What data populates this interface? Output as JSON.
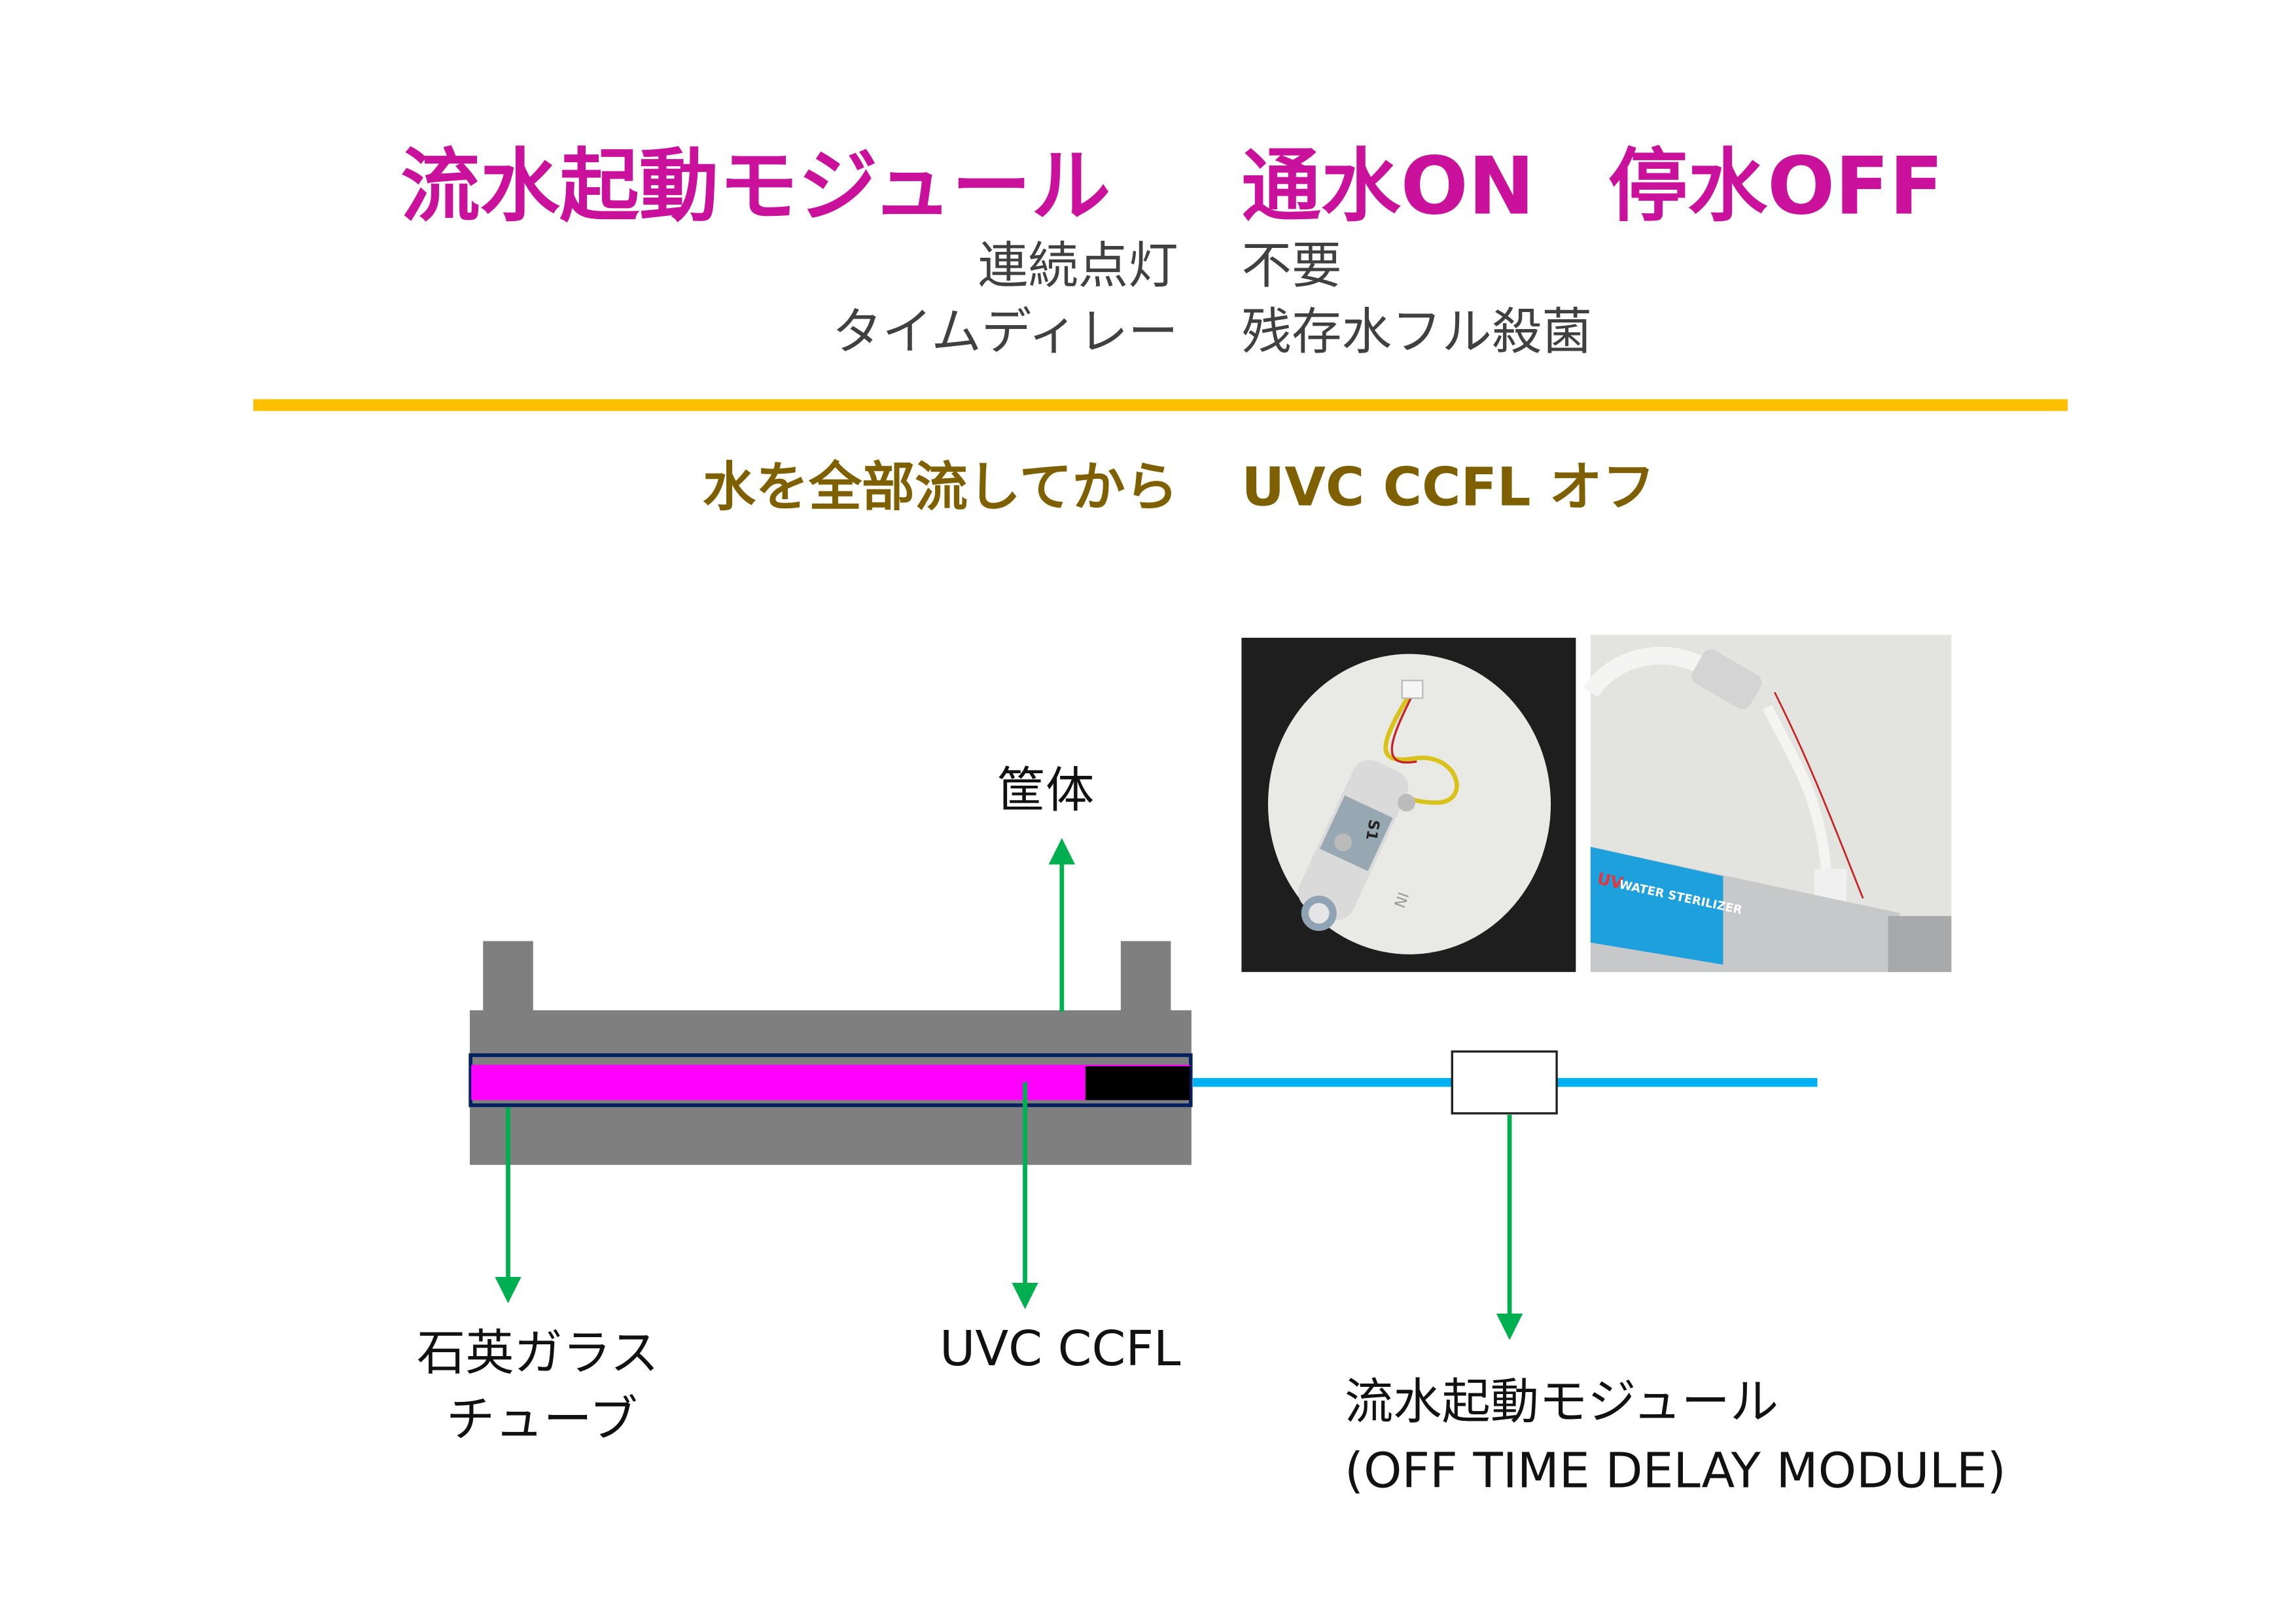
{
  "header": {
    "title_module": "流水起動モジュール",
    "title_on": "通水ON",
    "title_off": "停水OFF",
    "row1_label": "連続点灯",
    "row1_value": "不要",
    "row2_label": "タイムディレー",
    "row2_value": "残存水フル殺菌"
  },
  "subheading": {
    "left": "水を全部流してから",
    "right": "UVC CCFL オフ"
  },
  "photos": {
    "right_label_uv": "UV",
    "right_label_text": "WATER STERILIZER",
    "left_sensor_mark": "S1",
    "left_inlet_mark": "IN"
  },
  "diagram": {
    "housing_label": "筐体",
    "quartz_label_line1": "石英ガラス",
    "quartz_label_line2": "チューブ",
    "lamp_label": "UVC CCFL",
    "module_label_line1": "流水起動モジュール",
    "module_label_line2": "(OFF TIME DELAY MODULE)"
  },
  "colors": {
    "title": "#C9119C",
    "divider": "#FFC000",
    "olive": "#7F6000",
    "housing": "#7F7F7F",
    "lamp": "#FF00FF",
    "water_pipe": "#00B0F0",
    "arrows": "#00B050"
  }
}
